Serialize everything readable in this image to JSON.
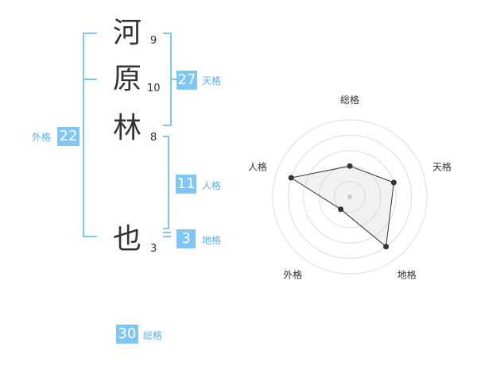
{
  "name_chars": [
    {
      "char": "河",
      "strokes": "9"
    },
    {
      "char": "原",
      "strokes": "10"
    },
    {
      "char": "林",
      "strokes": "8"
    },
    {
      "char": "也",
      "strokes": "3"
    }
  ],
  "kakusu": {
    "tenkaku": {
      "value": "27",
      "label": "天格"
    },
    "jinkaku": {
      "value": "11",
      "label": "人格"
    },
    "chikaku": {
      "value": "3",
      "label": "地格"
    },
    "gaikaku": {
      "value": "22",
      "label": "外格"
    },
    "soukaku": {
      "value": "30",
      "label": "総格"
    }
  },
  "colors": {
    "accent": "#7fc6f5",
    "label": "#5ab1ee",
    "bracket": "#7fc6f5",
    "text": "#333333"
  },
  "chart_data": {
    "type": "radar",
    "axes": [
      "総格",
      "天格",
      "地格",
      "外格",
      "人格"
    ],
    "values": [
      2,
      3,
      4,
      1,
      4
    ],
    "rmax": 5,
    "rings": 5,
    "grid": true
  }
}
